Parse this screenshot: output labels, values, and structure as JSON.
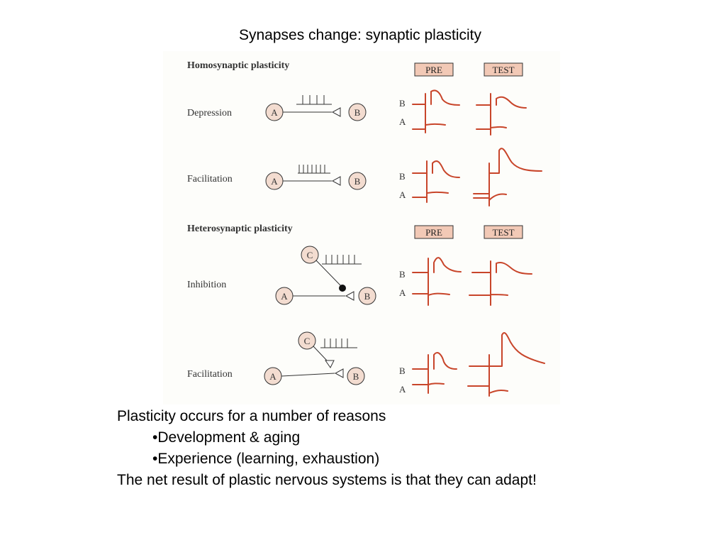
{
  "title": "Synapses change: synaptic plasticity",
  "figure": {
    "homo_heading": "Homosynaptic plasticity",
    "hetero_heading": "Heterosynaptic plasticity",
    "pre_label": "PRE",
    "test_label": "TEST",
    "neuron_a": "A",
    "neuron_b": "B",
    "neuron_c": "C",
    "rows": [
      {
        "label": "Depression"
      },
      {
        "label": "Facilitation"
      },
      {
        "label": "Inhibition"
      },
      {
        "label": "Facilitation"
      }
    ],
    "colors": {
      "trace": "#c8452a",
      "neuron_fill": "#f3dcd0",
      "tag_fill": "#f2c9b6",
      "ink": "#333333"
    }
  },
  "bullets": {
    "intro": "Plasticity occurs for a number of reasons",
    "items": [
      "•Development & aging",
      "•Experience (learning, exhaustion)"
    ],
    "conclusion": "The net result of plastic nervous systems is that they can adapt!"
  }
}
